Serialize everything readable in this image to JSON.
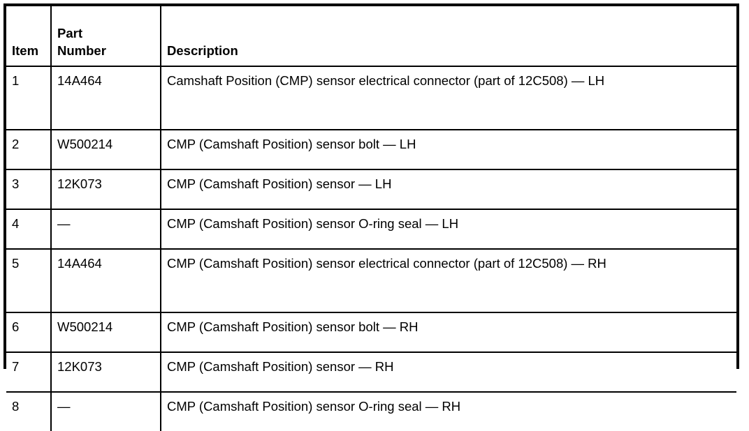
{
  "table": {
    "name": "parts-legend-table",
    "columns": [
      {
        "key": "item",
        "label": "Item"
      },
      {
        "key": "part_number",
        "label": "Part\nNumber"
      },
      {
        "key": "description",
        "label": "Description"
      }
    ],
    "rows": [
      {
        "item": "1",
        "part_number": "14A464",
        "description": "Camshaft Position (CMP) sensor electrical connector (part of 12C508) — LH"
      },
      {
        "item": "2",
        "part_number": "W500214",
        "description": "CMP (Camshaft Position) sensor bolt — LH"
      },
      {
        "item": "3",
        "part_number": "12K073",
        "description": "CMP (Camshaft Position) sensor — LH"
      },
      {
        "item": "4",
        "part_number": "—",
        "description": "CMP (Camshaft Position) sensor O-ring seal — LH"
      },
      {
        "item": "5",
        "part_number": "14A464",
        "description": "CMP (Camshaft Position) sensor electrical connector (part of 12C508) — RH"
      },
      {
        "item": "6",
        "part_number": "W500214",
        "description": "CMP (Camshaft Position) sensor bolt — RH"
      },
      {
        "item": "7",
        "part_number": "12K073",
        "description": "CMP (Camshaft Position) sensor — RH"
      },
      {
        "item": "8",
        "part_number": "—",
        "description": "CMP (Camshaft Position) sensor O-ring seal — RH"
      }
    ]
  },
  "colors": {
    "border": "#000000",
    "text": "#000000",
    "background": "#ffffff"
  }
}
